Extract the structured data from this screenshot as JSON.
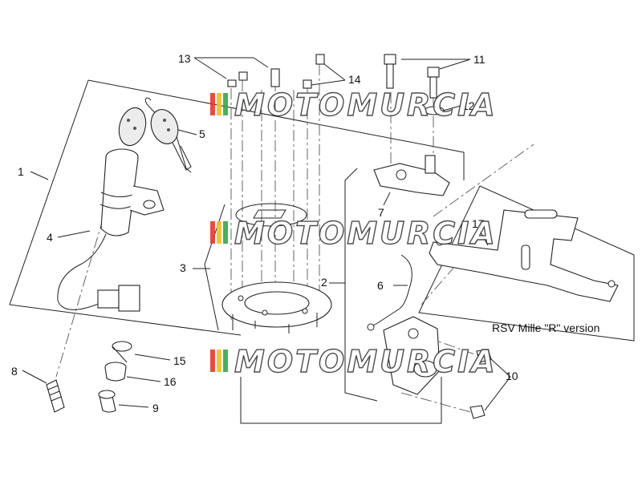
{
  "callouts": {
    "c1": "1",
    "c2": "2",
    "c3": "3",
    "c4": "4",
    "c5": "5",
    "c6": "6",
    "c7": "7",
    "c8": "8",
    "c9": "9",
    "c10": "10",
    "c11": "11",
    "c12": "12",
    "c13": "13",
    "c14": "14",
    "c15": "15",
    "c16": "16",
    "c17": "17"
  },
  "variant_caption": "RSV Mille \"R\" version",
  "watermark": {
    "text": "MOTOMURCIA",
    "stripe_colors": [
      "#e23b2e",
      "#f0c02a",
      "#3aa54a"
    ]
  }
}
